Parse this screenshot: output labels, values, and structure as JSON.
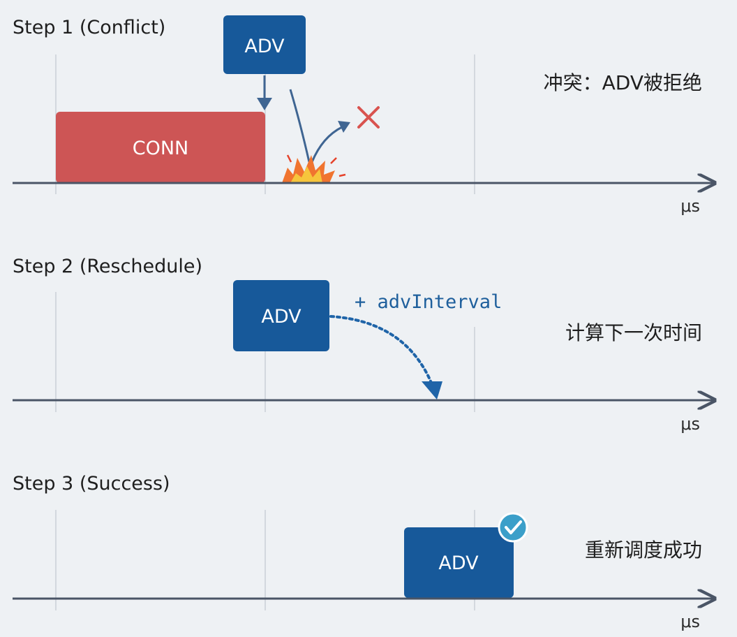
{
  "colors": {
    "adv_box": "#17599a",
    "conn_box": "#cd5555",
    "axis": "#4a5566",
    "arrow": "#3f6592",
    "dotted_arrow": "#1f64a8",
    "cross": "#d9534f",
    "check_badge": "#3b9fc9"
  },
  "step1": {
    "title": "Step 1 (Conflict)",
    "adv_label": "ADV",
    "conn_label": "CONN",
    "note": "冲突：ADV被拒绝",
    "unit": "μs"
  },
  "step2": {
    "title": "Step 2 (Reschedule)",
    "adv_label": "ADV",
    "interval_label": "+ advInterval",
    "note": "计算下一次时间",
    "unit": "μs"
  },
  "step3": {
    "title": "Step 3 (Success)",
    "adv_label": "ADV",
    "note": "重新调度成功",
    "unit": "μs"
  }
}
